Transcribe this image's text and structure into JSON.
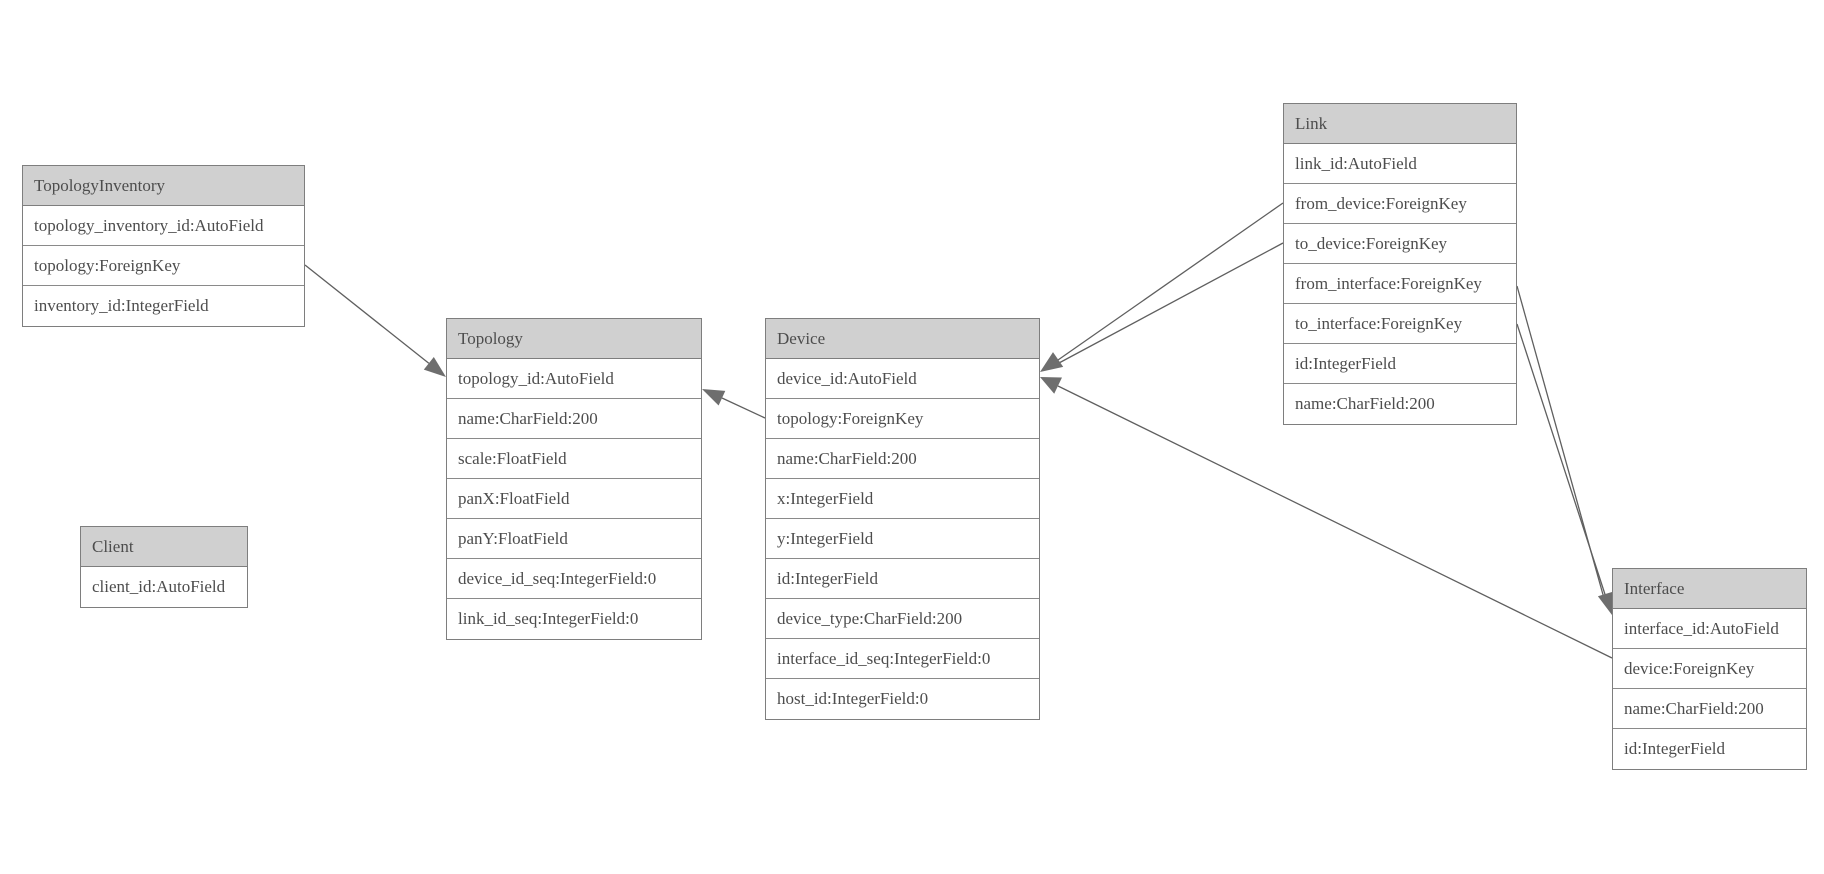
{
  "colors": {
    "header_bg": "#d0d0d0",
    "box_border": "#7e7e7e",
    "text": "#4d4d4d",
    "relation_line": "#5f5f5f",
    "arrowhead": "#6e6e6e",
    "background": "#ffffff"
  },
  "entities": {
    "topology_inventory": {
      "title": "TopologyInventory",
      "fields": [
        "topology_inventory_id:AutoField",
        "topology:ForeignKey",
        "inventory_id:IntegerField"
      ]
    },
    "topology": {
      "title": "Topology",
      "fields": [
        "topology_id:AutoField",
        "name:CharField:200",
        "scale:FloatField",
        "panX:FloatField",
        "panY:FloatField",
        "device_id_seq:IntegerField:0",
        "link_id_seq:IntegerField:0"
      ]
    },
    "client": {
      "title": "Client",
      "fields": [
        "client_id:AutoField"
      ]
    },
    "device": {
      "title": "Device",
      "fields": [
        "device_id:AutoField",
        "topology:ForeignKey",
        "name:CharField:200",
        "x:IntegerField",
        "y:IntegerField",
        "id:IntegerField",
        "device_type:CharField:200",
        "interface_id_seq:IntegerField:0",
        "host_id:IntegerField:0"
      ]
    },
    "link": {
      "title": "Link",
      "fields": [
        "link_id:AutoField",
        "from_device:ForeignKey",
        "to_device:ForeignKey",
        "from_interface:ForeignKey",
        "to_interface:ForeignKey",
        "id:IntegerField",
        "name:CharField:200"
      ]
    },
    "interface": {
      "title": "Interface",
      "fields": [
        "interface_id:AutoField",
        "device:ForeignKey",
        "name:CharField:200",
        "id:IntegerField"
      ]
    }
  },
  "relationships": [
    {
      "from": "TopologyInventory.topology",
      "to": "Topology"
    },
    {
      "from": "Device.topology",
      "to": "Topology"
    },
    {
      "from": "Link.from_device",
      "to": "Device"
    },
    {
      "from": "Link.to_device",
      "to": "Device"
    },
    {
      "from": "Interface.device",
      "to": "Device"
    },
    {
      "from": "Link.from_interface",
      "to": "Interface"
    },
    {
      "from": "Link.to_interface",
      "to": "Interface"
    }
  ]
}
